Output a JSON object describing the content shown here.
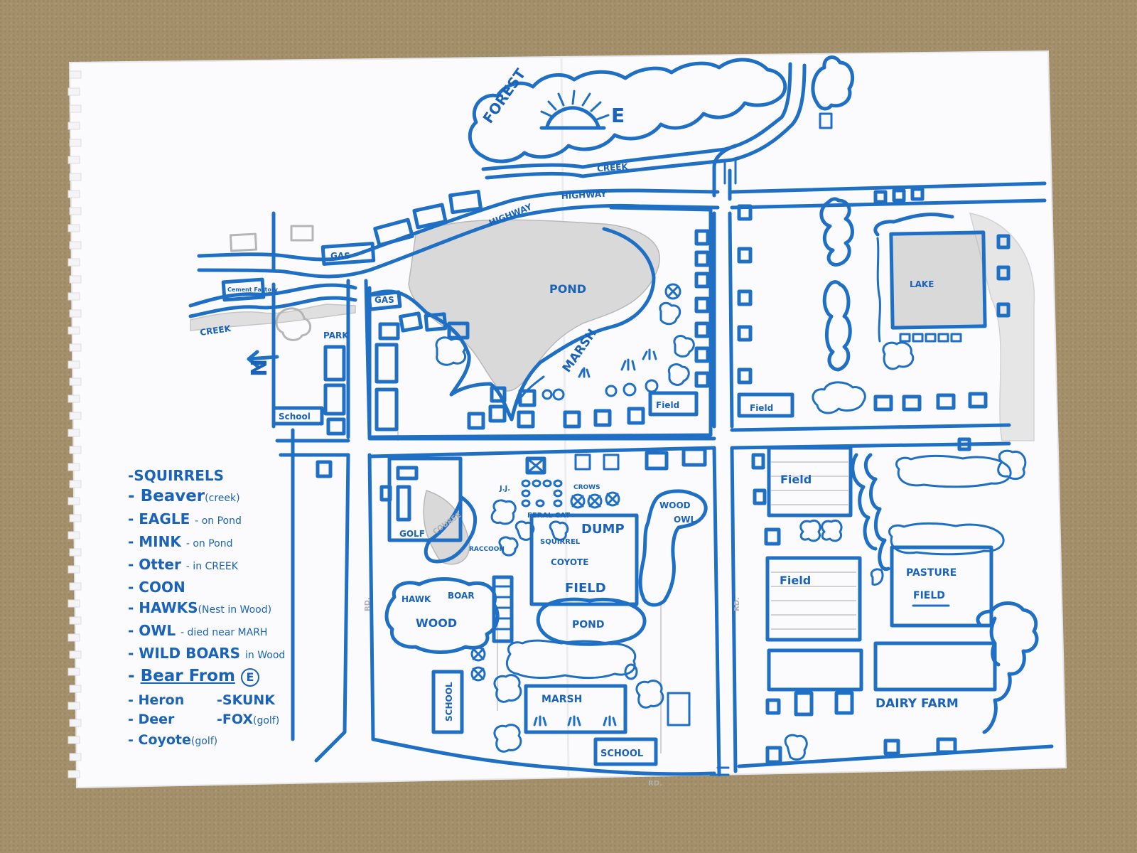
{
  "labels": {
    "forest": "FOREST",
    "east": "E",
    "creek_top": "CREEK",
    "highway_1": "HIGHWAY",
    "highway_2": "HIGHWAY",
    "gas_1": "GAS",
    "gas_2": "GAS",
    "cement_factory": "Cement Factory",
    "creek_left": "CREEK",
    "park": "PARK",
    "north": "N",
    "school_left": "School",
    "pond_top": "POND",
    "marsh_top": "MARSH",
    "field_center": "Field",
    "lake": "LAKE",
    "field_lake": "Field",
    "golf": "GOLF",
    "golf_course": "COURSE",
    "jj": "J.J.",
    "crows": "CROWS",
    "feral_cat": "FERAL CAT",
    "dump": "DUMP",
    "squirrel": "SQUIRREL",
    "raccoon": "RACCOON",
    "coyote": "COYOTE",
    "field_dump": "FIELD",
    "wood_owl_1": "WOOD",
    "wood_owl_2": "OWL",
    "hawk": "HAWK",
    "boar": "BOAR",
    "wood_left": "WOOD",
    "pond_bottom": "POND",
    "rd_left": "RD.",
    "rd_right": "RD.",
    "rd_bottom": "RD.",
    "school_vertical": "SCHOOL",
    "marsh_bottom": "MARSH",
    "school_bottom": "SCHOOL",
    "field_right_1": "Field",
    "field_right_2": "Field",
    "pasture_1": "PASTURE",
    "pasture_2": "FIELD",
    "dairy_farm": "DAIRY FARM"
  },
  "legend": {
    "squirrels": "-SQUIRRELS",
    "beaver": "Beaver",
    "beaver_note": "(creek)",
    "eagle": "EAGLE",
    "eagle_note": "- on Pond",
    "mink": "MINK",
    "mink_note": "- on Pond",
    "otter": "Otter",
    "otter_note": "- in CREEK",
    "coon": "COON",
    "hawks": "HAWKS",
    "hawks_note": "(Nest in Wood)",
    "owl": "OWL",
    "owl_note": "- died near MARH",
    "boars": "WILD BOARS",
    "boars_note": "in Wood",
    "bear": "Bear From",
    "bear_mark": "E",
    "heron": "- Heron",
    "skunk": "-SKUNK",
    "deer": "- Deer",
    "fox": "-FOX",
    "fox_note": "(golf)",
    "coyote": "- Coyote",
    "coyote_note": "(golf)"
  },
  "colors": {
    "ink": "#1f6fc4",
    "paper": "#ffffff",
    "carpet": "#a4906a",
    "pencil": "#d9d9d9"
  }
}
